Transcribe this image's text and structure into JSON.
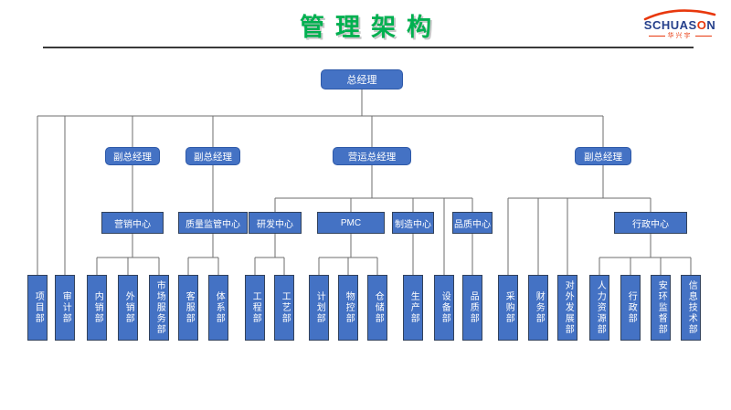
{
  "page": {
    "title": "管理架构"
  },
  "logo": {
    "brand_parts": [
      "SCHUAS",
      "O",
      "N"
    ],
    "subtitle": "华兴宇"
  },
  "org": {
    "root": {
      "label": "总经理"
    },
    "executives": [
      {
        "label": "副总经理"
      },
      {
        "label": "副总经理"
      },
      {
        "label": "营运总经理"
      },
      {
        "label": "副总经理"
      }
    ],
    "centers": [
      {
        "label": "营销中心"
      },
      {
        "label": "质量监管中心"
      },
      {
        "label": "研发中心"
      },
      {
        "label": "PMC"
      },
      {
        "label": "制造中心"
      },
      {
        "label": "品质中心"
      },
      {
        "label": "行政中心"
      }
    ],
    "departments": [
      {
        "label": "项目部"
      },
      {
        "label": "审计部"
      },
      {
        "label": "内销部"
      },
      {
        "label": "外销部"
      },
      {
        "label": "市场服务部"
      },
      {
        "label": "客服部"
      },
      {
        "label": "体系部"
      },
      {
        "label": "工程部"
      },
      {
        "label": "工艺部"
      },
      {
        "label": "计划部"
      },
      {
        "label": "物控部"
      },
      {
        "label": "仓储部"
      },
      {
        "label": "生产部"
      },
      {
        "label": "设备部"
      },
      {
        "label": "品质部"
      },
      {
        "label": "采购部"
      },
      {
        "label": "财务部"
      },
      {
        "label": "对外发展部"
      },
      {
        "label": "人力资源部"
      },
      {
        "label": "行政部"
      },
      {
        "label": "安环监督部"
      },
      {
        "label": "信息技术部"
      }
    ]
  },
  "colors": {
    "title_green": "#00B050",
    "box_fill": "#4472C4",
    "box_border": "#2F528F",
    "brand_blue": "#26408B",
    "brand_red": "#E8380D",
    "connector": "#6e6e6e"
  }
}
